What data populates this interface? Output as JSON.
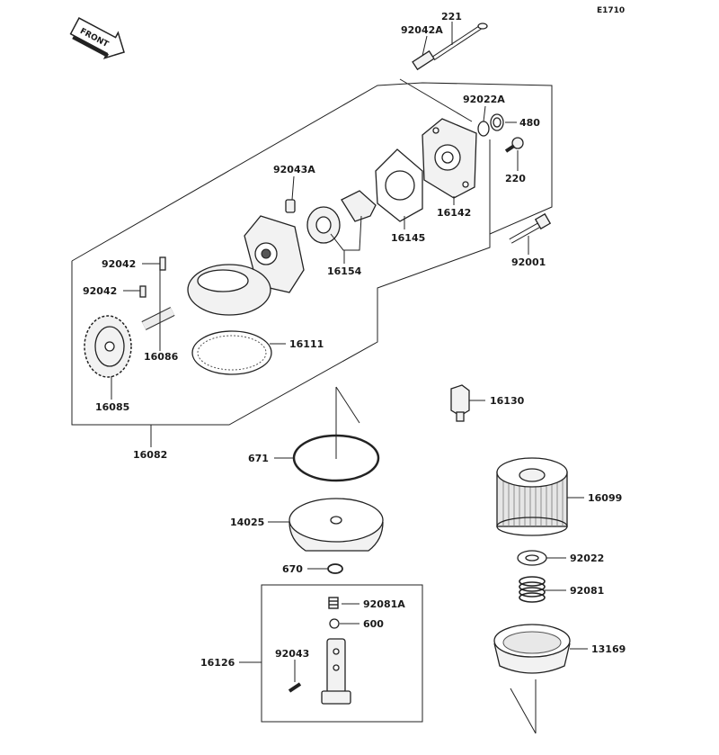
{
  "drawing_code": "E1710",
  "front_text": "FRONT",
  "labels": {
    "p221": "221",
    "p92042A": "92042A",
    "p92022A": "92022A",
    "p480": "480",
    "p220": "220",
    "p92043A": "92043A",
    "p16142": "16142",
    "p16145": "16145",
    "p16154": "16154",
    "p92001": "92001",
    "p92042_top": "92042",
    "p92042_bot": "92042",
    "p16086": "16086",
    "p16111": "16111",
    "p16085": "16085",
    "p16082": "16082",
    "p16130": "16130",
    "p671": "671",
    "p16099": "16099",
    "p14025": "14025",
    "p92022": "92022",
    "p670": "670",
    "p92081": "92081",
    "p92081A": "92081A",
    "p600": "600",
    "p13169": "13169",
    "p92043": "92043",
    "p16126": "16126"
  }
}
